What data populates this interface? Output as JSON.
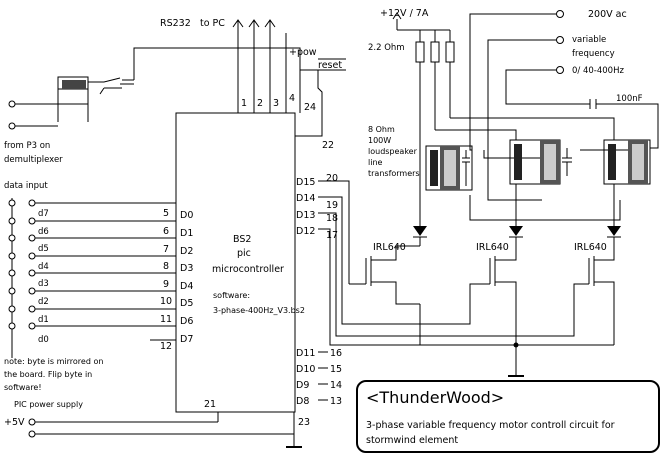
{
  "top": {
    "rs232": "RS232",
    "to_pc": "to PC",
    "pow": "+pow",
    "reset": "reset",
    "supply_12v": "+12V / 7A",
    "r_22ohm": "2.2 Ohm",
    "ac_200v": "200V ac",
    "variable_frequency": [
      "variable",
      "frequency",
      "0/ 40-400Hz"
    ],
    "cap_100nf": "100nF"
  },
  "left": {
    "from_p3": [
      "from P3 on",
      "demultiplexer"
    ],
    "data_input": "data input",
    "data_lines": [
      "d7",
      "d6",
      "d5",
      "d4",
      "d3",
      "d2",
      "d1",
      "d0"
    ],
    "note": [
      "note: byte is mirrored on",
      "the board. Flip byte in",
      "software!"
    ],
    "pic_power": "PIC power supply",
    "plus5v": "+5V"
  },
  "chip": {
    "name": [
      "BS2",
      "pic",
      "microcontroller"
    ],
    "software_label": "software:",
    "software_file": "3-phase-400Hz_V3.bs2",
    "left_pins": [
      {
        "num": "5",
        "name": "D0"
      },
      {
        "num": "6",
        "name": "D1"
      },
      {
        "num": "7",
        "name": "D2"
      },
      {
        "num": "8",
        "name": "D3"
      },
      {
        "num": "9",
        "name": "D4"
      },
      {
        "num": "10",
        "name": "D5"
      },
      {
        "num": "11",
        "name": "D6"
      },
      {
        "num": "12",
        "name": "D7"
      }
    ],
    "top_pins": [
      "1",
      "2",
      "3",
      "4",
      "24"
    ],
    "pin22": "22",
    "right_pins_top": [
      {
        "num": "20",
        "name": "D15"
      },
      {
        "num": "19",
        "name": "D14"
      },
      {
        "num": "18",
        "name": "D13"
      },
      {
        "num": "17",
        "name": "D12"
      }
    ],
    "right_pins_bottom": [
      {
        "num": "16",
        "name": "D11"
      },
      {
        "num": "15",
        "name": "D10"
      },
      {
        "num": "14",
        "name": "D9"
      },
      {
        "num": "13",
        "name": "D8"
      }
    ],
    "pin21": "21",
    "pin23": "23"
  },
  "power_stage": {
    "transformer_note": [
      "8 Ohm",
      "100W",
      "loudspeaker",
      "line",
      "transformers"
    ],
    "mosfets": [
      "IRL640",
      "IRL640",
      "IRL640"
    ]
  },
  "title_block": {
    "title": "<ThunderWood>",
    "description": [
      "3-phase variable frequency motor controll circuit for",
      "stormwind element"
    ]
  }
}
